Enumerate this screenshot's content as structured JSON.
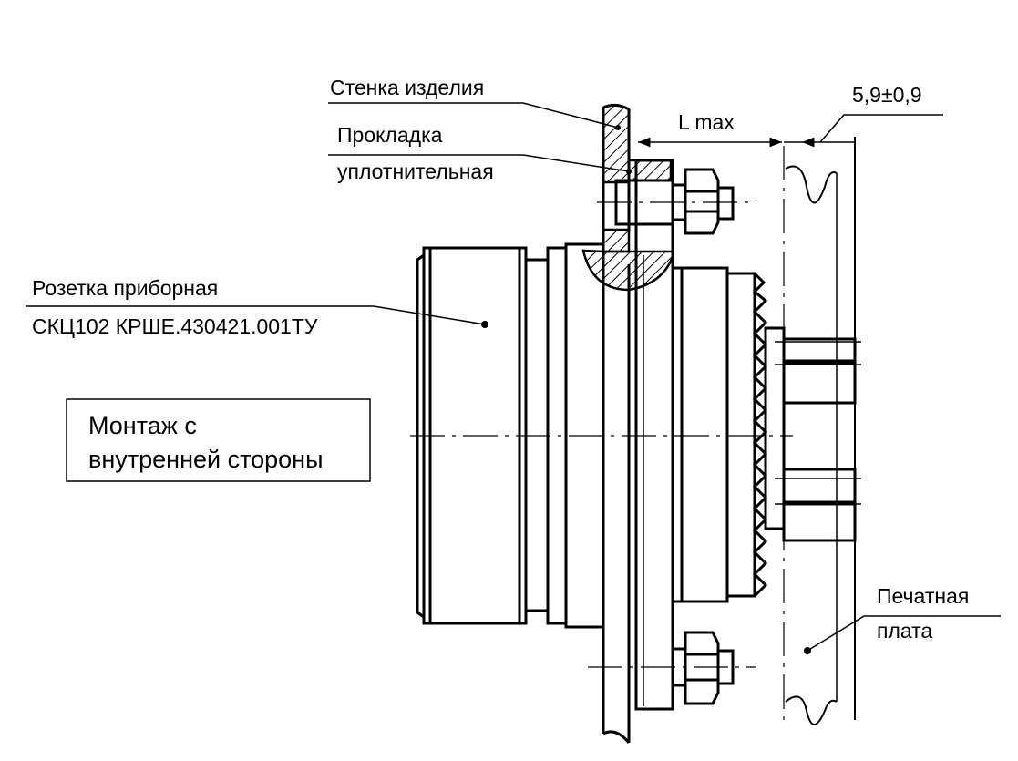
{
  "labels": {
    "wall": "Стенка изделия",
    "gasket_line1": "Прокладка",
    "gasket_line2": "уплотнительная",
    "socket_line1": "Розетка приборная",
    "socket_line2": "СКЦ102 КРШЕ.430421.001ТУ",
    "mount_line1": "Монтаж с",
    "mount_line2": "внутренней стороны",
    "dim_lmax": "L max",
    "dim_tolerance": "5,9±0,9",
    "pcb_line1": "Печатная",
    "pcb_line2": "плата"
  }
}
